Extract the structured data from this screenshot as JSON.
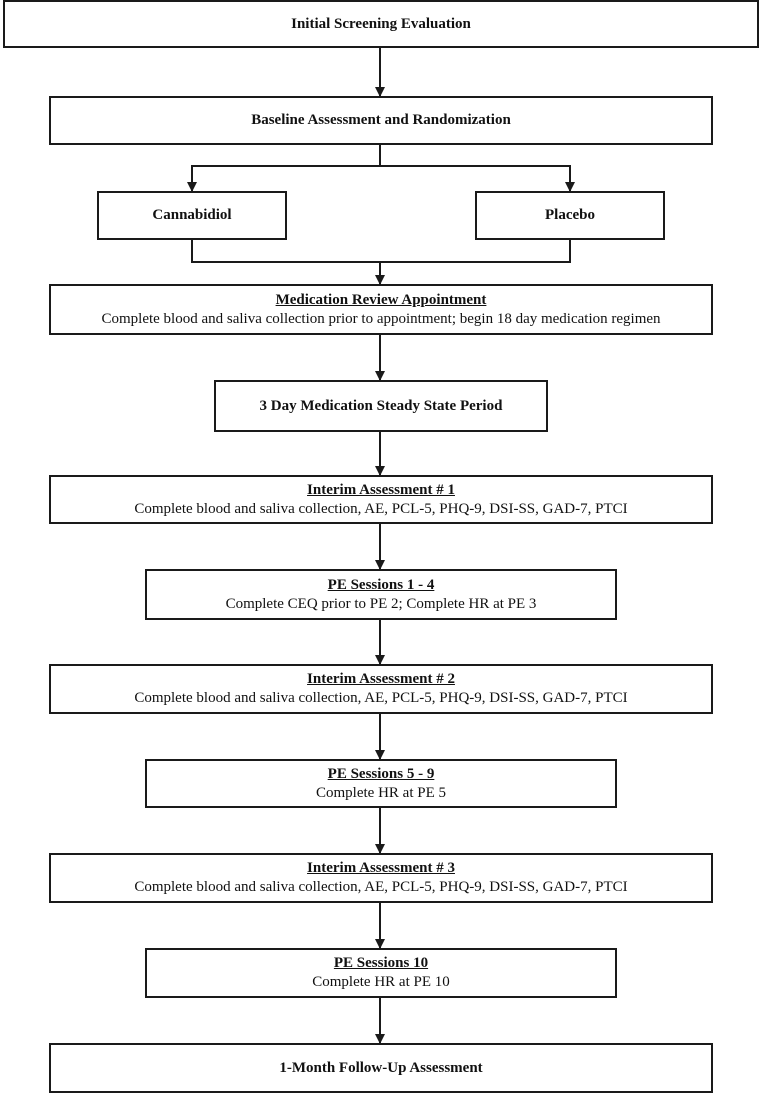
{
  "nodes": {
    "screening": {
      "title": "Initial Screening Evaluation"
    },
    "baseline": {
      "title": "Baseline Assessment and Randomization"
    },
    "cbd": {
      "title": "Cannabidiol"
    },
    "placebo": {
      "title": "Placebo"
    },
    "med_review": {
      "title": "Medication Review Appointment",
      "detail": "Complete blood and saliva collection prior to appointment; begin 18 day medication regimen"
    },
    "steady_state": {
      "title": "3 Day Medication Steady State Period"
    },
    "interim1": {
      "title": "Interim Assessment # 1",
      "detail": "Complete blood and saliva collection, AE, PCL-5, PHQ-9, DSI-SS, GAD-7, PTCI"
    },
    "pe1_4": {
      "title": "PE Sessions 1 - 4",
      "detail": "Complete CEQ prior to PE 2; Complete HR at PE 3"
    },
    "interim2": {
      "title": "Interim Assessment # 2",
      "detail": "Complete blood and saliva collection, AE, PCL-5, PHQ-9, DSI-SS, GAD-7, PTCI"
    },
    "pe5_9": {
      "title": "PE Sessions 5 - 9",
      "detail": "Complete HR at PE 5"
    },
    "interim3": {
      "title": "Interim Assessment # 3",
      "detail": "Complete blood and saliva collection, AE, PCL-5, PHQ-9, DSI-SS, GAD-7, PTCI"
    },
    "pe10": {
      "title": "PE Sessions 10",
      "detail": "Complete HR at PE 10"
    },
    "followup": {
      "title": "1-Month Follow-Up Assessment"
    }
  }
}
